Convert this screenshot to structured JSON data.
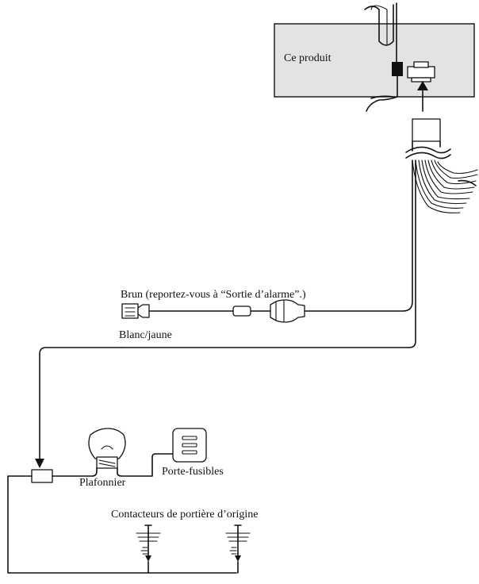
{
  "labels": {
    "product": "Ce produit",
    "brown_wire": "Brun (reportez-vous à “Sortie d’alarme”.)",
    "white_yellow_wire": "Blanc/jaune",
    "dome_light": "Plafonnier",
    "fuse_holder": "Porte-fusibles",
    "door_switches": "Contacteurs de portière d’origine"
  },
  "colors": {
    "line": "#111111",
    "product_fill": "#e3e3e3",
    "background": "#ffffff"
  }
}
